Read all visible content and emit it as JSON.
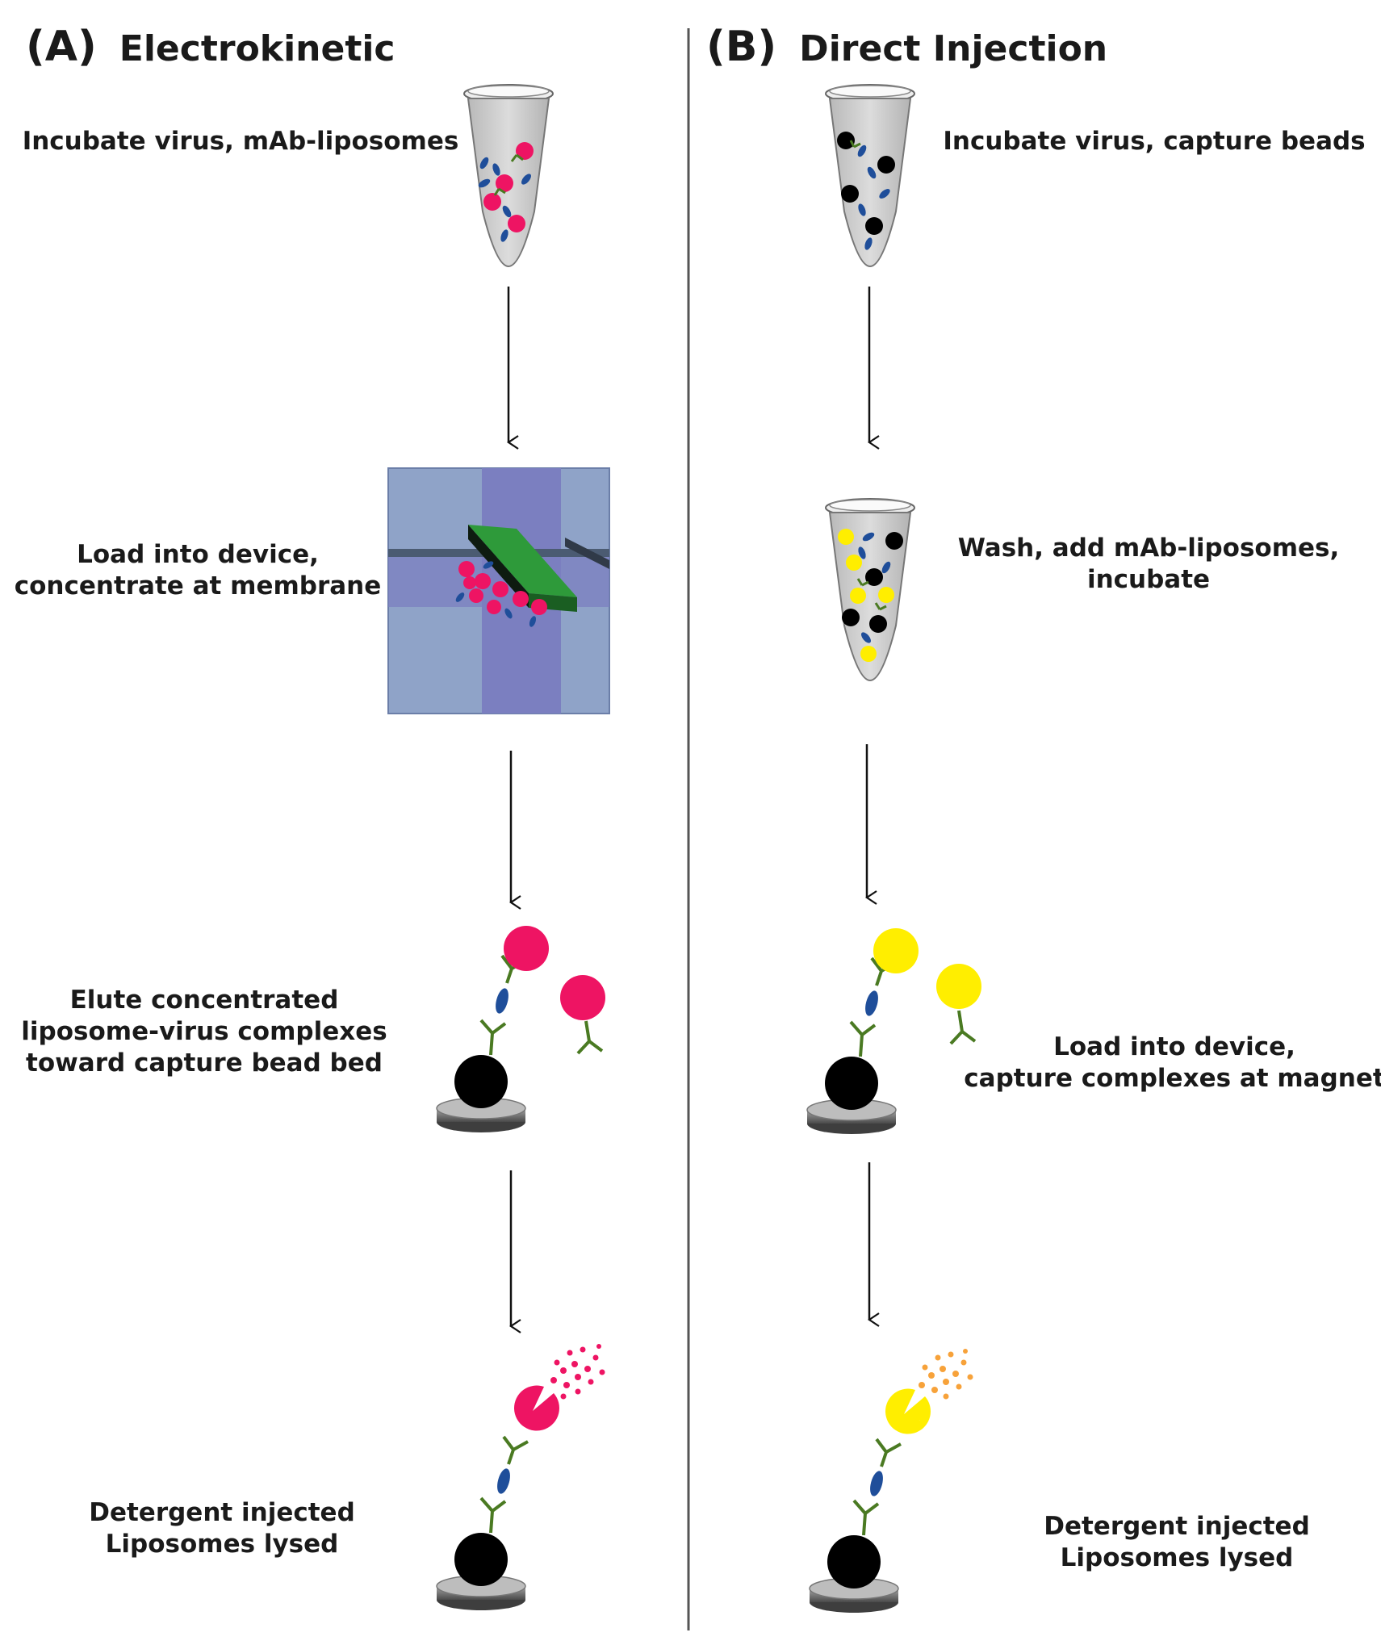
{
  "panel_a": {
    "letter": "(A)",
    "title": "Electrokinetic",
    "steps": [
      {
        "lines": [
          "Incubate virus, mAb-liposomes"
        ]
      },
      {
        "lines": [
          "Load into device,",
          "concentrate at membrane"
        ]
      },
      {
        "lines": [
          "Elute concentrated",
          "liposome-virus complexes",
          "toward capture bead bed"
        ]
      },
      {
        "lines": [
          "Detergent injected",
          "Liposomes lysed"
        ]
      }
    ]
  },
  "panel_b": {
    "letter": "(B)",
    "title": "Direct Injection",
    "steps": [
      {
        "lines": [
          "Incubate virus, capture beads"
        ]
      },
      {
        "lines": [
          "Wash, add mAb-liposomes,",
          "incubate"
        ]
      },
      {
        "lines": [
          "Load into device,",
          "capture complexes at magnet"
        ]
      },
      {
        "lines": [
          "Detergent injected",
          "Liposomes lysed"
        ]
      }
    ]
  },
  "colors": {
    "liposome_a": "#ee1463",
    "liposome_b": "#ffee00",
    "bead": "#000000",
    "antibody_blue": "#1f4e9a",
    "antibody_green": "#4a7a22",
    "tube_fill": "#cfcfcf",
    "device_bg": "#8fa3c8",
    "device_channel": "#7b7fc0",
    "membrane": "#1f7a2a"
  }
}
